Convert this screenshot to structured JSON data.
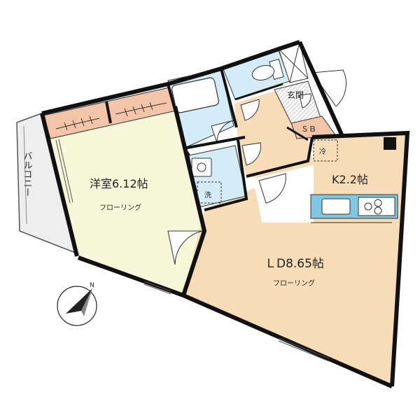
{
  "rooms": {
    "western_room": {
      "name": "洋室6.12帖",
      "floor": "フローリング"
    },
    "ldk": {
      "name": "ＬD8.65帖",
      "floor": "フローリング"
    },
    "kitchen": {
      "name": "K2.2帖"
    },
    "entrance": {
      "name": "玄関"
    },
    "shoebox": {
      "name": "ＳＢ"
    },
    "balcony": {
      "name": "バルコニー"
    }
  },
  "fixtures": {
    "fridge": "冷",
    "washer": "洗"
  },
  "compass": {
    "north": "N"
  },
  "colors": {
    "wall": "#111111",
    "western_floor": "#f6f7d9",
    "ldk_floor": "#f6dcb7",
    "wet_area": "#d3ecf8",
    "closet": "#f2c4a8",
    "balcony": "#eeeeee",
    "kitchen_counter": "#7fc7e2"
  }
}
